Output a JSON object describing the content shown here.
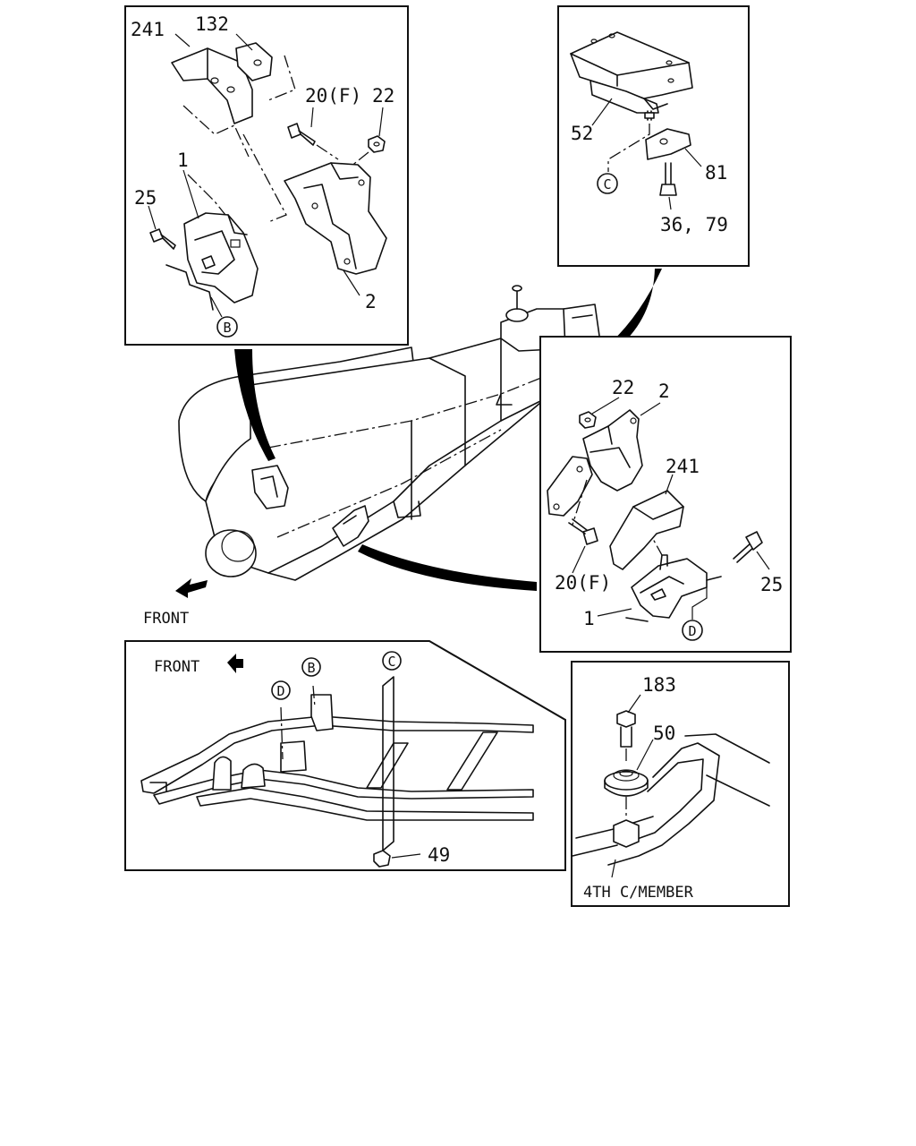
{
  "labels": {
    "p241_a": "241",
    "p132": "132",
    "p20f_a": "20(F)",
    "p22_a": "22",
    "p1_a": "1",
    "p25_a": "25",
    "p2_a": "2",
    "p52": "52",
    "p81": "81",
    "p36_79": "36, 79",
    "p22_b": "22",
    "p2_b": "2",
    "p241_b": "241",
    "p20f_b": "20(F)",
    "p25_b": "25",
    "p1_b": "1",
    "front_main": "FRONT",
    "front_frame": "FRONT",
    "p49": "49",
    "p183": "183",
    "p50": "50",
    "crossmember": "4TH C/MEMBER"
  },
  "callouts": {
    "b_top": "B",
    "c_top": "C",
    "d_right": "D",
    "b_frame": "B",
    "c_frame": "C",
    "d_frame": "D"
  }
}
